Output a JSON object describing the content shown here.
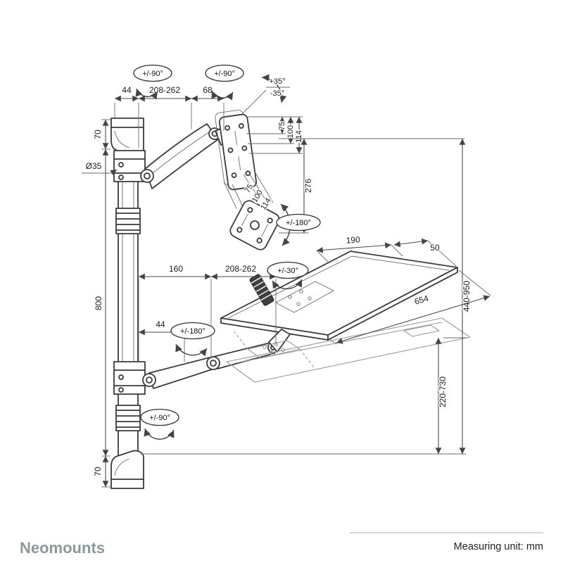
{
  "footer": {
    "brand": "Neomounts",
    "unit_label": "Measuring unit: mm"
  },
  "rotation": {
    "pole_top": "+/-90°",
    "head_top": "+/-90°",
    "vesa": "+/-180°",
    "worktop": "+/-30°",
    "lower_arm": "+/-180°",
    "pole_bottom": "+/-90°"
  },
  "tilt": {
    "up": "+35°",
    "down": "-35°"
  },
  "dims": {
    "pole_width": "44",
    "upper_arm_reach": "208-262",
    "head_offset": "68",
    "top_bracket_height": "70",
    "pole_diameter": "Ø35",
    "vesa_75": "75",
    "vesa_100": "100",
    "vesa_114": "114",
    "head_drop": "276",
    "rail_length": "800",
    "lower_arm_offset": "160",
    "lower_arm_reach": "208-262",
    "lower_shoulder": "44",
    "tray_depth": "190",
    "tray_lip": "50",
    "tray_width": "654",
    "height_range": "440-950",
    "keyboard_height_range": "220-730",
    "bottom_bracket_height": "70"
  }
}
